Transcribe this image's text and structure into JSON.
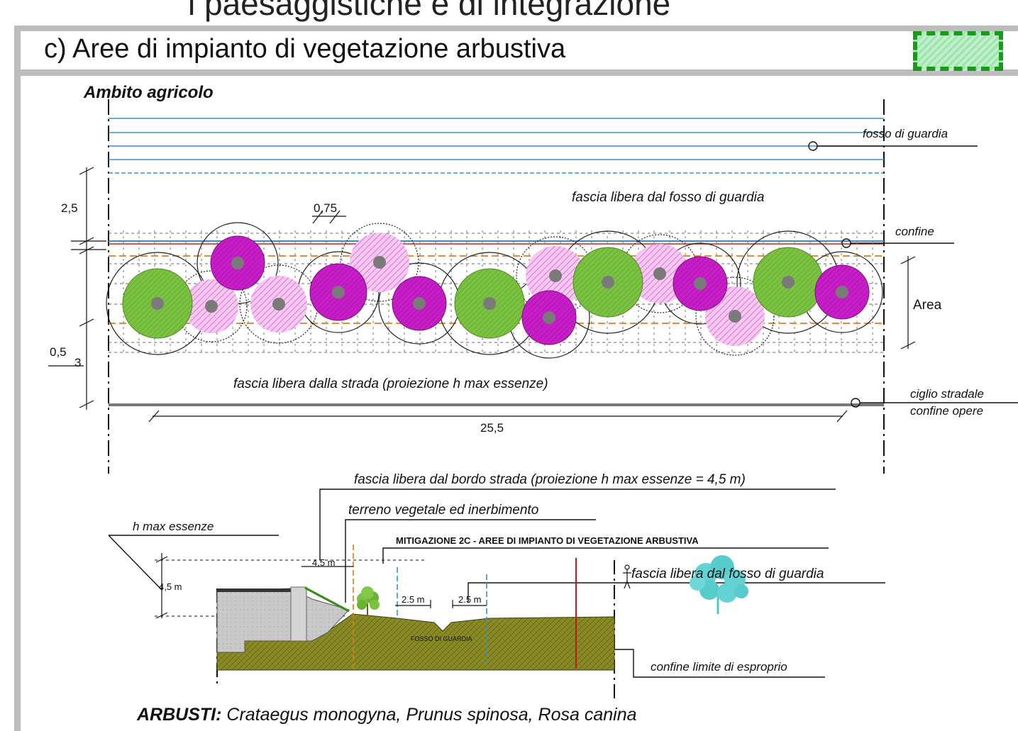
{
  "page": {
    "top_title": "i paesaggistiche e di integrazione"
  },
  "legend": {
    "swatch_color": "#1a9a1a",
    "swatch_fill": "#9fe3b0"
  },
  "section": {
    "title": "c) Aree di impianto di vegetazione arbustiva",
    "subtitle": "Ambito agricolo"
  },
  "plan": {
    "labels": {
      "fosso": "fosso di guardia",
      "fascia_fosso": "fascia libera dal fosso di guardia",
      "confine": "confine",
      "area": "Area",
      "fascia_strada": "fascia libera dalla strada (proiezione h max essenze)",
      "ciglio": "ciglio stradale",
      "confine_opere": "confine opere"
    },
    "dimensions": {
      "d_2_5": "2,5",
      "d_0_75": "0,75",
      "d_0_5": "0,5",
      "d_3": "3",
      "d_25_5": "25,5"
    },
    "shrubs": [
      {
        "species": "green",
        "color": "#7cc242"
      },
      {
        "species": "magenta",
        "color": "#cc22cc"
      },
      {
        "species": "pink-hatched",
        "color": "#f2a6ea"
      }
    ]
  },
  "section_drawing": {
    "labels": {
      "fascia_bordo": "fascia libera dal bordo strada (proiezione h max essenze = 4,5 m)",
      "terreno": "terreno vegetale ed inerbimento",
      "h_max": "h max essenze",
      "mitigazione": "MITIGAZIONE 2C - AREE DI IMPIANTO DI VEGETAZIONE ARBUSTIVA",
      "fascia_fosso": "fascia libera dal fosso di guardia",
      "fosso": "FOSSO DI GUARDIA",
      "confine_esproprio": "confine limite di esproprio"
    },
    "dimensions": {
      "d_4_5_h": "4,5 m",
      "d_4_5_v": "4,5 m",
      "d_2_5_a": "2.5 m",
      "d_2_5_b": "2.5 m"
    }
  },
  "species": {
    "heading": "ARBUSTI:",
    "list": "Crataegus monogyna, Prunus spinosa, Rosa canina"
  }
}
